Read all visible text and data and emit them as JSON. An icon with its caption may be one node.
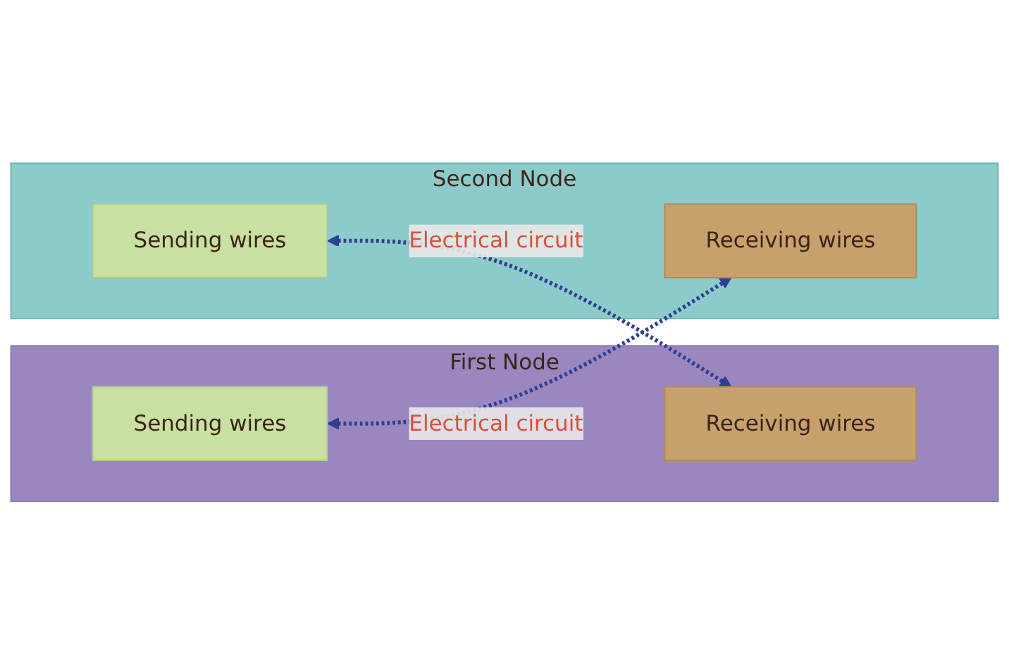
{
  "diagram": {
    "nodes": [
      {
        "text": [
          "First Node"
        ]
      },
      {
        "text": [
          "Sending wires"
        ],
        "in": 0
      },
      {
        "text": [
          "Receiving wires"
        ],
        "in": 0
      },
      {
        "text": [
          "Second Node"
        ]
      },
      {
        "text": [
          "Receiving wires"
        ],
        "in": 3
      },
      {
        "text": [
          "Sending wires"
        ],
        "in": 3
      }
    ],
    "edges": [
      {
        "from": 1,
        "to": 4,
        "arrow": "both",
        "label": "Electrical circuit",
        "style": "dashed",
        "color": "#2e3f94"
      },
      {
        "from": 5,
        "to": 2,
        "arrow": "both",
        "label": "Electrical circuit",
        "style": "dashed",
        "color": "#2e3f94"
      }
    ]
  }
}
